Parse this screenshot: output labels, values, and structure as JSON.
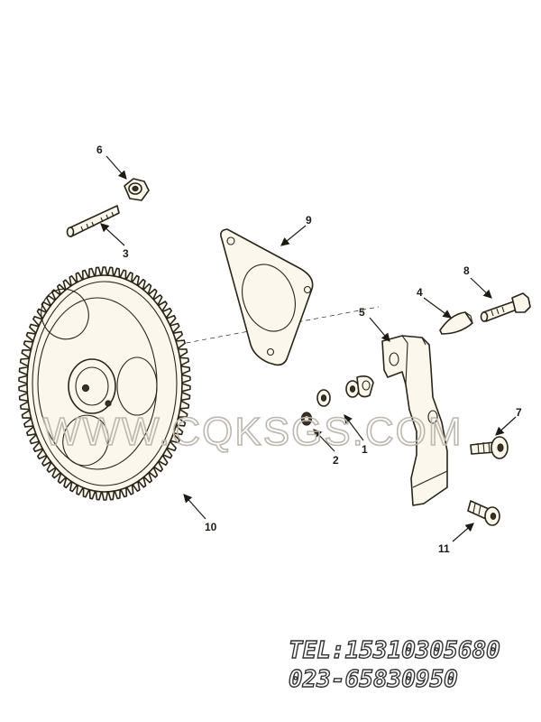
{
  "callouts": [
    {
      "id": "1",
      "text": "1"
    },
    {
      "id": "2",
      "text": "2"
    },
    {
      "id": "3",
      "text": "3"
    },
    {
      "id": "4",
      "text": "4"
    },
    {
      "id": "5",
      "text": "5"
    },
    {
      "id": "6",
      "text": "6"
    },
    {
      "id": "7",
      "text": "7"
    },
    {
      "id": "8",
      "text": "8"
    },
    {
      "id": "9",
      "text": "9"
    },
    {
      "id": "10",
      "text": "10"
    },
    {
      "id": "11",
      "text": "11"
    }
  ],
  "watermark": "WWW.CQKSGS.COM",
  "contact": {
    "tel_line": "TEL:15310305680",
    "phone_line": "023-65830950"
  },
  "colors": {
    "line": "#2a2418",
    "part_fill": "#fbf7ec",
    "watermark": "#bdb7ad"
  }
}
